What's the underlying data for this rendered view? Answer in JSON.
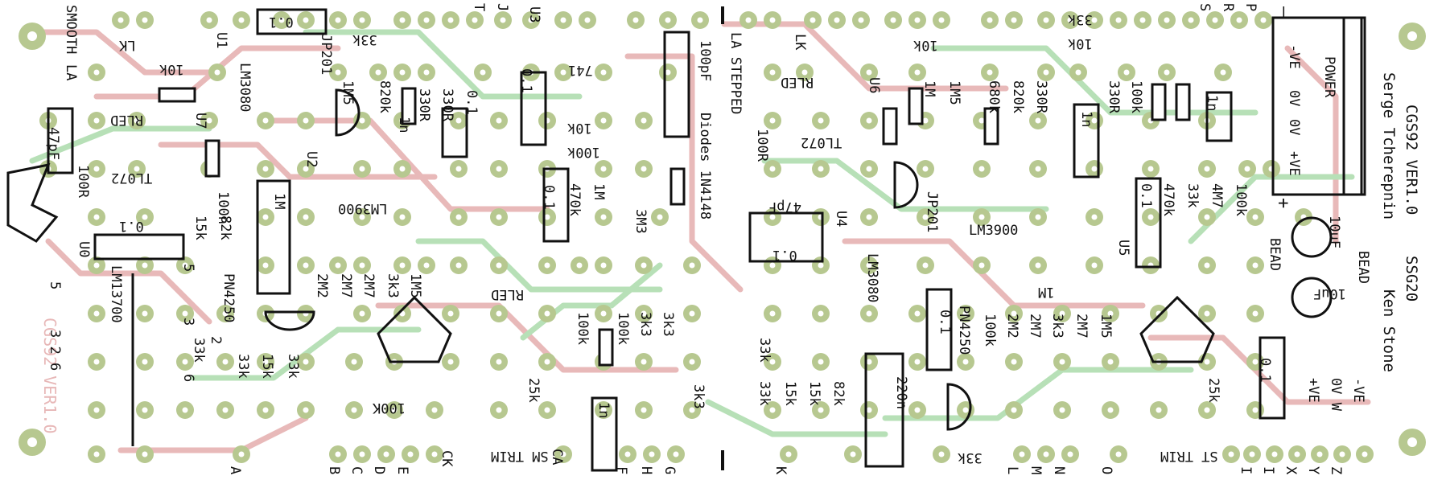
{
  "board": {
    "title": "CGS92 VER1.0",
    "author": "Serge Tcherepnin",
    "layout": "Ken Stone",
    "code": "SSG20",
    "code_mirror": "CGS92 VER1.0",
    "colors": {
      "silk": "#111111",
      "pad": "#b7c890",
      "pad_hole": "#ffffff",
      "trace_top": "#e8b9b9",
      "trace_bottom": "#b7e0b7"
    }
  },
  "power": {
    "header": "POWER",
    "pins": [
      "-VE",
      "0V",
      "0V",
      "+VE"
    ],
    "dash_mark": "–",
    "plus_mark": "+"
  },
  "left_labels": {
    "smooth": "SMOOTH",
    "la": "LA",
    "lk": "LK",
    "c47p": "47pF",
    "r100r": "100R",
    "r10k": "10k",
    "rled": "RLED",
    "u7": "U7",
    "tl072": "TL072",
    "u1": "U1",
    "jp201": "JP201",
    "lm3080": "LM3080",
    "c01a": "0.1",
    "c01b": "0.1",
    "c01c": "0.1",
    "u2": "U2",
    "r1m5": "1M5",
    "r820k": "820k",
    "r33k": "33k",
    "r330a": "330R",
    "r330b": "330R",
    "c1n": "1n",
    "u3": "U3",
    "op741": "741",
    "r10k2": "10k",
    "r100k": "100k",
    "c100n": "100n",
    "r1m": "1M",
    "lm3900": "LM3900",
    "u0": "U0",
    "r15k": "15k",
    "r82k": "82k",
    "lm13700": "LM13700",
    "pn4250": "PN4250",
    "r2m2": "2M2",
    "r2m7a": "2M7",
    "r2m7b": "2M7",
    "r3k3": "3k3",
    "r1m5b": "1M5",
    "r33ka": "33k",
    "r33kb": "33k",
    "r15kb": "15k",
    "r33kc": "33k",
    "r100k2": "100K",
    "n5a": "5",
    "n5b": "5",
    "n3": "3",
    "n2": "2",
    "n326": "3 2 6",
    "n6": "6",
    "ck": "CK",
    "pins_bottom": [
      "A",
      "B",
      "C",
      "D",
      "E"
    ]
  },
  "center_labels": {
    "pins_top": [
      "T",
      "J"
    ],
    "c100p": "100pF",
    "diodes": "Diodes 1N4148",
    "r470k": "470k",
    "r1m": "1M",
    "r3m3": "3M3",
    "rled": "RLED",
    "pot25k": "25k",
    "sm_trim": "SM TRIM",
    "ca": "CA",
    "c1n": "1n",
    "r100ka": "100k",
    "r100kb": "100k",
    "r3k3a": "3k3",
    "r3k3b": "3k3",
    "r3k3c": "3k3",
    "pins_bottom": [
      "F",
      "H",
      "G"
    ]
  },
  "right_labels": {
    "la_stepped": "LA STEPPED",
    "lk": "LK",
    "r100r": "100R",
    "rled": "RLED",
    "u6": "U6",
    "tl072": "TL072",
    "c47p": "47pF",
    "c01": "0.1",
    "u4": "U4",
    "lm3080": "LM3080",
    "jp201": "JP201",
    "lm3900": "LM3900",
    "u5": "U5",
    "r1m": "1M",
    "r1m5": "1M5",
    "r680k": "680k",
    "r820k": "820k",
    "r330a": "330R",
    "r330b": "330R",
    "c1n": "1n",
    "r100k": "100k",
    "c1nb": "1n",
    "r10k": "10k",
    "r33k": "33k",
    "r10k2": "10k",
    "c01b": "0.1",
    "r470k": "470k",
    "r33kb": "33k",
    "r4m7": "4M7",
    "r100kb": "100k",
    "c10ua": "10uF",
    "c10ub": "10uF",
    "bead_a": "BEAD",
    "bead_b": "BEAD",
    "r1mb": "1M",
    "c01c": "0.1",
    "pn4250": "PN4250",
    "r100kc": "100k",
    "r2m2": "2M2",
    "r2m7a": "2M7",
    "r3k3": "3k3",
    "r2m7b": "2M7",
    "r1m5b": "1M5",
    "pot25k": "25k",
    "st_trim": "ST TRIM",
    "c01d": "0.1",
    "pwr_ve_p": "+VE",
    "pwr_0vw": "0V W",
    "pwr_ve_n": "-VE",
    "r33kc": "33k",
    "r15k": "15k",
    "r15kb": "15k",
    "r82k": "82k",
    "c220n": "220n",
    "r33kd": "33k",
    "pins_top": [
      "S",
      "R",
      "P"
    ],
    "pins_bottom": [
      "K",
      "L",
      "M",
      "N",
      "O",
      "I",
      "I",
      "X",
      "Y",
      "Z"
    ]
  }
}
